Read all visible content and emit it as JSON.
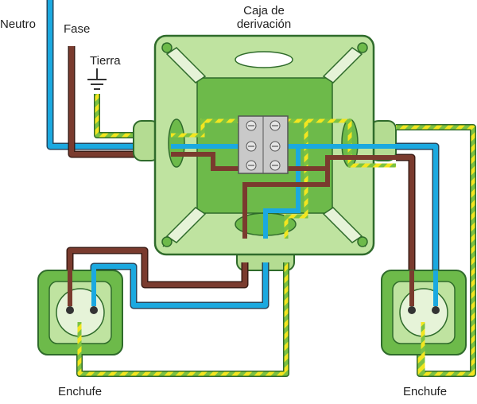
{
  "labels": {
    "neutro": "Neutro",
    "fase": "Fase",
    "tierra": "Tierra",
    "box_line1": "Caja de",
    "box_line2": "derivación",
    "socket_left": "Enchufe",
    "socket_right": "Enchufe"
  },
  "colors": {
    "neutral_wire": "#1ba9e0",
    "phase_wire": "#7a3b2e",
    "ground_green": "#7cc242",
    "ground_yellow": "#f3e61f",
    "box_face": "#bfe3a0",
    "box_dark": "#6dba4a",
    "box_outline": "#2f6b2b",
    "terminal_block": "#c9c9c9"
  },
  "icons": [
    "ground-symbol-icon",
    "screw-icon"
  ]
}
